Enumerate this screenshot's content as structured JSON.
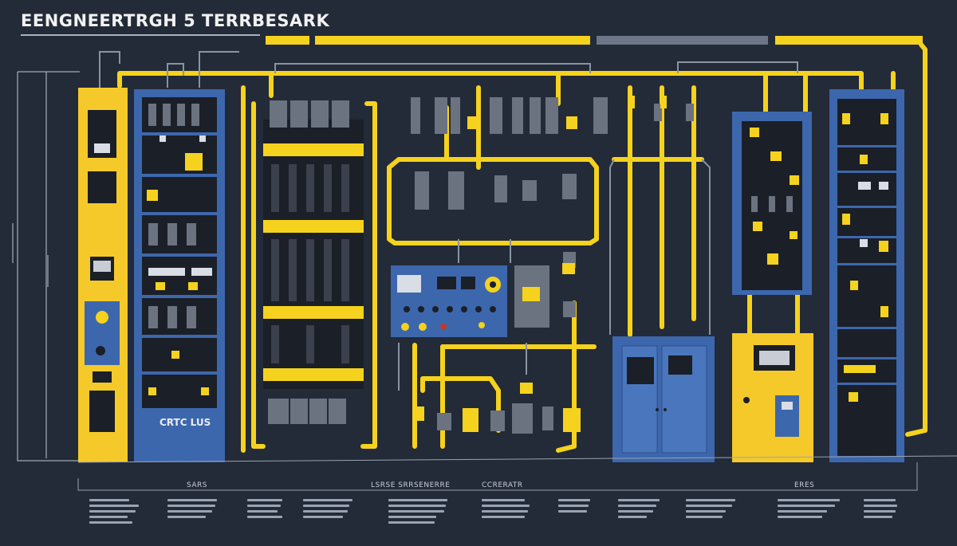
{
  "header": {
    "title": "EENGNEERTRGH 5 TERRBESARK"
  },
  "cabinets": {
    "left_blue_label": "CRTC LUS"
  },
  "footer": {
    "labels": [
      "SARS",
      "LSRSE SRRSENERRE",
      "CCRERATR",
      "ERES"
    ]
  },
  "colors": {
    "background": "#232a38",
    "pipe": "#f5d21e",
    "cabinet_blue": "#3d67ad",
    "cabinet_yellow": "#f5c92a",
    "component_dark": "#1b1f27",
    "component_gray": "#6b7280"
  }
}
